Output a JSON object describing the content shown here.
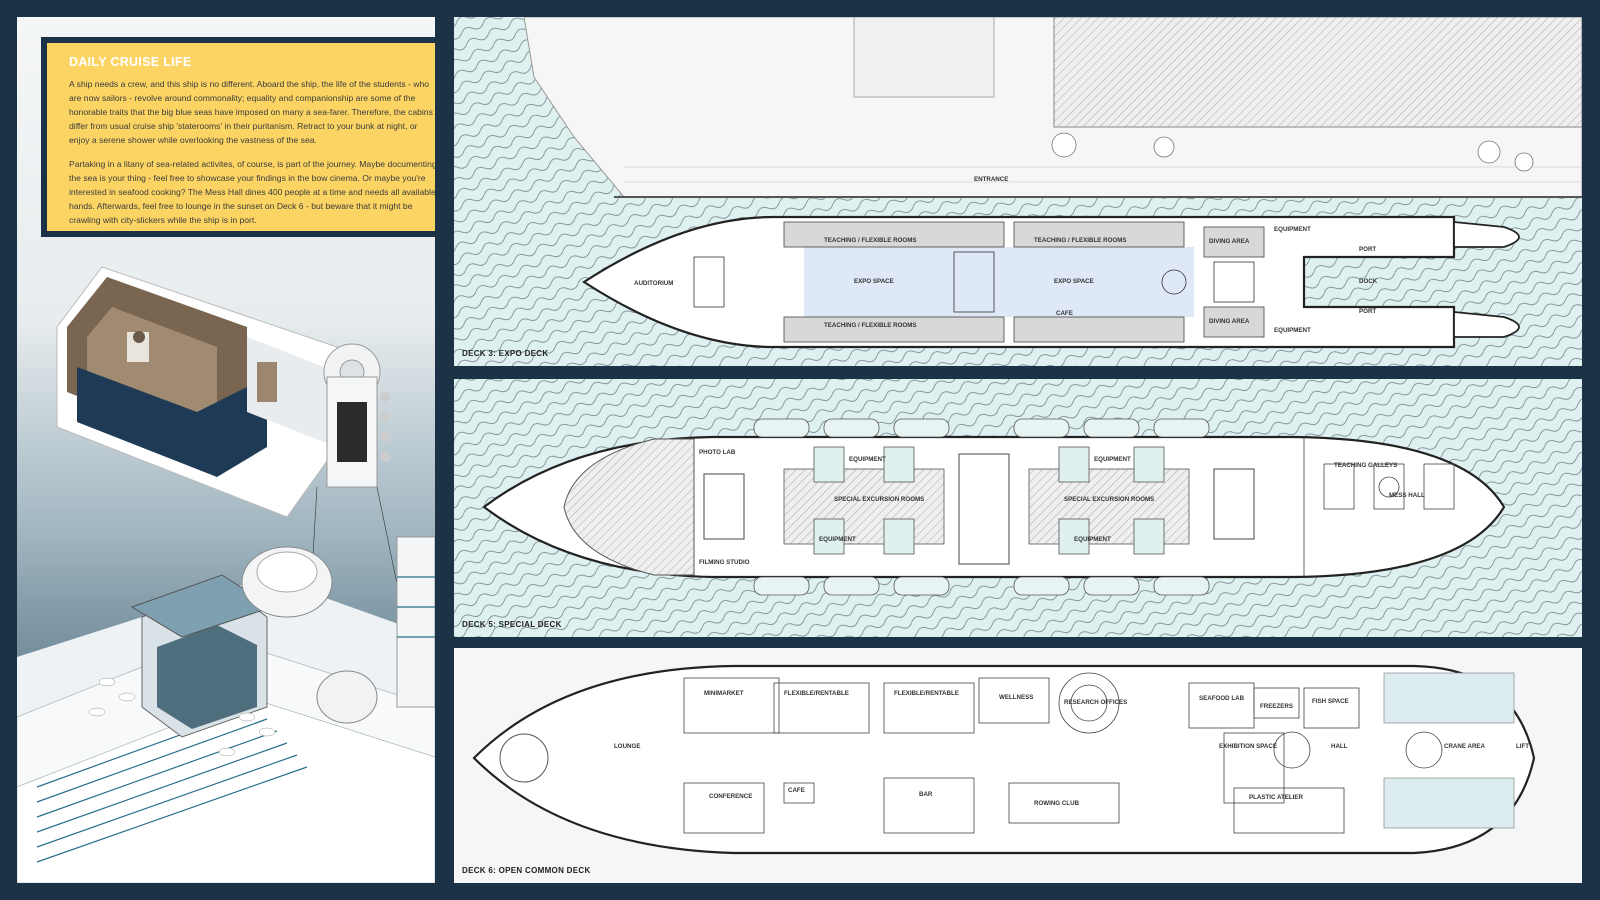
{
  "info": {
    "title": "DAILY CRUISE LIFE",
    "paragraphs": [
      "A ship needs a crew, and this ship is no different. Aboard the ship, the life of the students - who are now sailors - revolve around commonality; equality and companionship are some of the honorable traits that the big blue seas have imposed on many a sea-farer. Therefore, the cabins differ from usual cruise ship 'staterooms' in their puritanism. Retract to your bunk at night, or enjoy a serene shower while overlooking the vastness of the sea.",
      "Partaking in a litany of sea-related activites, of course, is part of the journey. Maybe documenting the sea is your thing - feel free to showcase your findings in the bow cinema. Or maybe you're interested in seafood cooking? The Mess Hall dines 400 people at a time and needs all available hands. Afterwards, feel free to lounge in the sunset on Deck 6 - but beware that it might be crawling with city-slickers while the ship is in port."
    ]
  },
  "deck3": {
    "label": "DECK 3: EXPO DECK",
    "entrance": "ENTRANCE",
    "rooms": {
      "auditorium": "AUDITORIUM",
      "teaching_1": "TEACHING / FLEXIBLE ROOMS",
      "teaching_2": "TEACHING / FLEXIBLE ROOMS",
      "teaching_3": "TEACHING / FLEXIBLE ROOMS",
      "expo_1": "EXPO SPACE",
      "expo_2": "EXPO SPACE",
      "cafe": "CAFE",
      "diving_1": "DIVING AREA",
      "diving_2": "DIVING AREA",
      "equipment_1": "EQUIPMENT",
      "equipment_2": "EQUIPMENT",
      "port_1": "PORT",
      "port_2": "PORT",
      "dock": "DOCK"
    }
  },
  "deck5": {
    "label": "DECK 5: SPECIAL DECK",
    "rooms": {
      "photo_lab": "PHOTO LAB",
      "filming_studio": "FILMING STUDIO",
      "special_1": "SPECIAL EXCURSION ROOMS",
      "special_2": "SPECIAL EXCURSION ROOMS",
      "equipment_1": "EQUIPMENT",
      "equipment_2": "EQUIPMENT",
      "equipment_3": "EQUIPMENT",
      "equipment_4": "EQUIPMENT",
      "teaching_galleys": "TEACHING GALLEYS",
      "mess_hall": "MESS HALL"
    }
  },
  "deck6": {
    "label": "DECK 6: OPEN COMMON DECK",
    "rooms": {
      "minimarket": "MINIMARKET",
      "flexible_1": "FLEXIBLE/RENTABLE",
      "flexible_2": "FLEXIBLE/RENTABLE",
      "wellness": "WELLNESS",
      "research": "RESEARCH OFFICES",
      "seafood_lab": "SEAFOOD LAB",
      "freezers": "FREEZERS",
      "fish_space": "FISH SPACE",
      "lounge": "LOUNGE",
      "exhibition": "EXHIBITION SPACE",
      "hall": "HALL",
      "crane": "CRANE AREA",
      "lift": "LIFT",
      "conference": "CONFERENCE",
      "cafe": "CAFE",
      "bar": "BAR",
      "rowing": "ROWING CLUB",
      "plastic": "PLASTIC ATELIER"
    }
  }
}
